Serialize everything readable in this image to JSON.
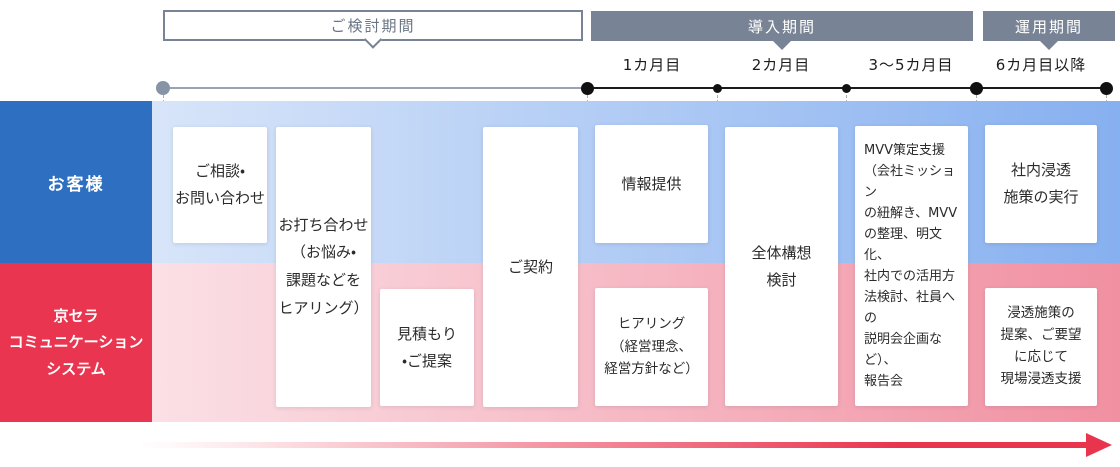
{
  "header": {
    "periods": [
      {
        "id": "consideration",
        "label": "ご検討期間",
        "style": "outline"
      },
      {
        "id": "introduction",
        "label": "導入期間",
        "style": "filled"
      },
      {
        "id": "operation",
        "label": "運用期間",
        "style": "filled"
      }
    ],
    "months": [
      {
        "label": "1カ月目"
      },
      {
        "label": "2カ月目"
      },
      {
        "label": "3〜5カ月目"
      },
      {
        "label": "6カ月目以降"
      }
    ]
  },
  "rows": [
    {
      "id": "customer",
      "label": "お客様"
    },
    {
      "id": "kccs",
      "label": "京セラ\nコミュニケーション\nシステム"
    }
  ],
  "cards": [
    {
      "id": "consultation",
      "row": "customer",
      "label": "ご相談・\nお問い合わせ"
    },
    {
      "id": "meeting",
      "row": "both",
      "label": "お打ち合わせ\n（お悩み・\n課題などを\nヒアリング）"
    },
    {
      "id": "estimate",
      "row": "kccs",
      "label": "見積もり\n・ご提案"
    },
    {
      "id": "contract",
      "row": "both",
      "label": "ご契約"
    },
    {
      "id": "info-provision",
      "row": "customer",
      "label": "情報提供"
    },
    {
      "id": "hearing",
      "row": "kccs",
      "label": "ヒアリング\n（経営理念、\n経営方針など）"
    },
    {
      "id": "overall-concept",
      "row": "both",
      "label": "全体構想\n検討"
    },
    {
      "id": "mvv-support",
      "row": "both",
      "label": "MVV策定支援\n（会社ミッション\nの紐解き、MVV\nの整理、明文化、\n社内での活用方\n法検討、社員への\n説明会企画など）、\n報告会"
    },
    {
      "id": "internal-rollout",
      "row": "customer",
      "label": "社内浸透\n施策の実行"
    },
    {
      "id": "penetration-support",
      "row": "kccs",
      "label": "浸透施策の\n提案、ご要望\nに応じて\n現場浸透支援"
    }
  ],
  "colors": {
    "blue": "#2e6fc1",
    "red": "#e9354f",
    "gray": "#788495",
    "arrow_red": "#e9344e",
    "lane_blue_start": "#d8e5f9",
    "lane_blue_end": "#87b0f0",
    "lane_pink_start": "#fbe0e6",
    "lane_pink_end": "#f190a1"
  }
}
